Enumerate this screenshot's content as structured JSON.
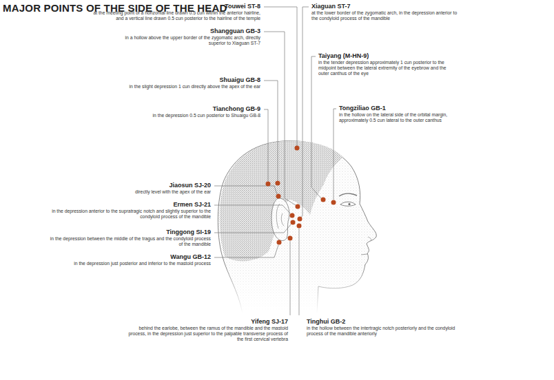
{
  "diagram": {
    "title": "MAJOR POINTS OF THE SIDE OF THE HEAD",
    "labels": [
      "Touwei ST-8",
      "at the meeting point of a horizontal line drawn 0.5 cun within the anterior hairline, and a vertical line drawn 0.5 cun posterior to the hairline of the temple",
      "Xiaguan ST-7",
      "at the lower border of the zygomatic arch, in the depression anterior to the condyloid process of the mandible",
      "Shangguan GB-3",
      "in a hollow above the upper border of the zygomatic arch, directly superior to Xiaguan ST-7",
      "Taiyang (M-HN-9)",
      "in the tender depression approximately 1 cun posterior to the midpoint between the lateral extremity of the eyebrow and the outer canthus of the eye",
      "Shuaigu GB-8",
      "in the slight depression 1 cun directly above the apex of the ear",
      "Tianchong GB-9",
      "in the depression 0.5 cun posterior to Shuaigu GB-8",
      "Tongziliao GB-1",
      "in the hollow on the lateral side of the orbital margin, approximately 0.5 cun lateral to the outer canthus",
      "Jiaosun SJ-20",
      "directly level with the apex of the ear",
      "Ermen SJ-21",
      "in the depression anterior to the supratragic notch and slightly superior to the condyloid process of the mandible",
      "Tinggong SI-19",
      "in the depression between the middle of the tragus and the condyloid process of the mandible",
      "Wangu GB-12",
      "in the depression just posterior and inferior to the mastoid process",
      "Yifeng SJ-17",
      "behind the earlobe, between the ramus of the mandible and the mastoid process, in the depression just superior to the palpable transverse process of the first cervical vertebra",
      "Tinghui GB-2",
      "in the hollow between the intertragic notch posteriorly and the condyloid process of the mandible anteriorly"
    ]
  }
}
